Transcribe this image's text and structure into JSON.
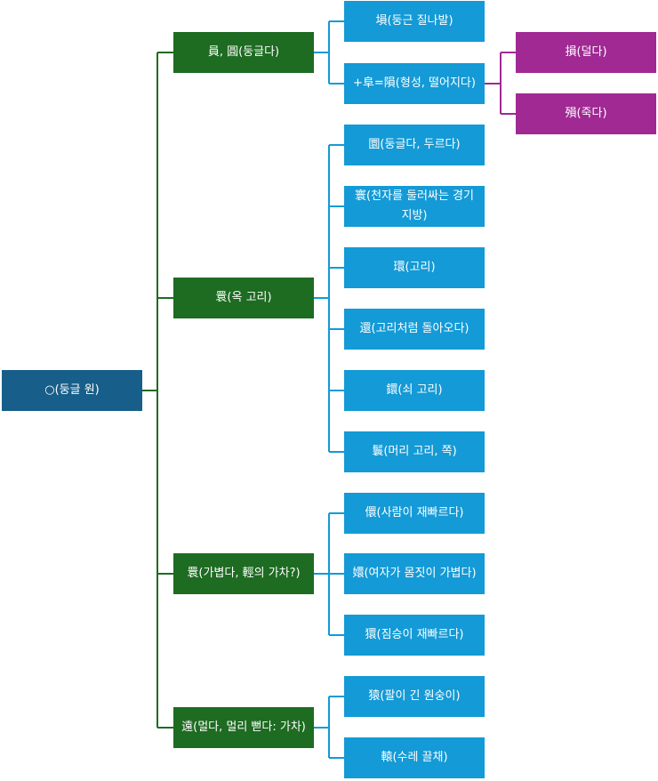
{
  "colors": {
    "root": "#175f8a",
    "level1": "#1e6b22",
    "level2": "#149ad6",
    "level3": "#a02993",
    "line_green": "#1e6b22",
    "line_blue": "#149ad6",
    "line_purple": "#a02993"
  },
  "tree": {
    "root": {
      "label": "○(둥글 원)"
    },
    "branch1": {
      "label": "員, 圓(둥글다)",
      "child1": {
        "label": "塤(둥근 질나발)"
      },
      "child2": {
        "label": "+阜=隕(형성, 떨어지다)",
        "grand1": {
          "label": "損(덜다)"
        },
        "grand2": {
          "label": "殞(죽다)"
        }
      }
    },
    "branch2": {
      "label": "睘(옥 고리)",
      "children": [
        {
          "label": "圜(둥글다, 두르다)"
        },
        {
          "label": "寰(천자를 둘러싸는 경기 지방)"
        },
        {
          "label": "環(고리)"
        },
        {
          "label": "還(고리처럼 돌아오다)"
        },
        {
          "label": "鐶(쇠 고리)"
        },
        {
          "label": "鬟(머리 고리, 쪽)"
        }
      ]
    },
    "branch3": {
      "label": "睘(가볍다, 輕의 가차?)",
      "children": [
        {
          "label": "儇(사람이 재빠르다)"
        },
        {
          "label": "嬛(여자가 몸짓이 가볍다)"
        },
        {
          "label": "獧(짐승이 재빠르다)"
        }
      ]
    },
    "branch4": {
      "label": "遠(멀다, 멀리 뻗다: 가차)",
      "children": [
        {
          "label": "猿(팔이 긴 원숭이)"
        },
        {
          "label": "轅(수레 끌채)"
        }
      ]
    }
  }
}
